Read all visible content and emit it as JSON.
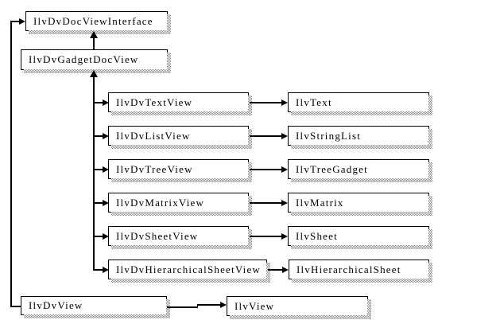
{
  "diagram": {
    "type": "class-hierarchy",
    "background": "#ffffff",
    "colors": {
      "line": "#000000",
      "box_fill": "#ffffff",
      "box_border": "#000000",
      "shadow": "#8f8f8f"
    },
    "nodes": {
      "doc_view_interface": "IlvDvDocViewInterface",
      "gadget_doc_view": "IlvDvGadgetDocView",
      "text_view": "IlvDvTextView",
      "list_view": "IlvDvListView",
      "tree_view": "IlvDvTreeView",
      "matrix_view": "IlvDvMatrixView",
      "sheet_view": "IlvDvSheetView",
      "hier_sheet_view": "IlvDvHierarchicalSheetView",
      "text": "IlvText",
      "string_list": "IlvStringList",
      "tree_gadget": "IlvTreeGadget",
      "matrix": "IlvMatrix",
      "sheet": "IlvSheet",
      "hier_sheet": "IlvHierarchicalSheet",
      "dv_view": "IlvDvView",
      "view": "IlvView"
    },
    "relationships": {
      "inheritance": [
        {
          "from": "IlvDvGadgetDocView",
          "to": "IlvDvDocViewInterface"
        },
        {
          "from": "IlvDvView",
          "to": "IlvDvDocViewInterface"
        },
        {
          "from": "IlvDvTextView",
          "to": "IlvDvGadgetDocView"
        },
        {
          "from": "IlvDvListView",
          "to": "IlvDvGadgetDocView"
        },
        {
          "from": "IlvDvTreeView",
          "to": "IlvDvGadgetDocView"
        },
        {
          "from": "IlvDvMatrixView",
          "to": "IlvDvGadgetDocView"
        },
        {
          "from": "IlvDvSheetView",
          "to": "IlvDvGadgetDocView"
        },
        {
          "from": "IlvDvHierarchicalSheetView",
          "to": "IlvDvGadgetDocView"
        }
      ],
      "association": [
        {
          "from": "IlvDvTextView",
          "to": "IlvText"
        },
        {
          "from": "IlvDvListView",
          "to": "IlvStringList"
        },
        {
          "from": "IlvDvTreeView",
          "to": "IlvTreeGadget"
        },
        {
          "from": "IlvDvMatrixView",
          "to": "IlvMatrix"
        },
        {
          "from": "IlvDvSheetView",
          "to": "IlvSheet"
        },
        {
          "from": "IlvDvHierarchicalSheetView",
          "to": "IlvHierarchicalSheet"
        },
        {
          "from": "IlvDvView",
          "to": "IlvView"
        }
      ]
    }
  }
}
